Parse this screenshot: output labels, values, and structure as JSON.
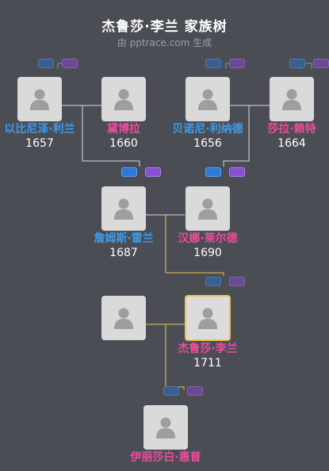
{
  "header": {
    "title": "杰鲁莎·李兰 家族树",
    "subtitle": "由 pptrace.com 生成"
  },
  "people": {
    "ebenezer": {
      "name": "以比尼泽·利兰",
      "year": "1657"
    },
    "deborah": {
      "name": "黛博拉",
      "year": "1660"
    },
    "benoni": {
      "name": "贝诺尼·利纳德",
      "year": "1656"
    },
    "sarah": {
      "name": "莎拉·赖特",
      "year": "1664"
    },
    "james": {
      "name": "詹姆斯·雷兰",
      "year": "1687"
    },
    "hannah": {
      "name": "汉娜·莱尔德",
      "year": "1690"
    },
    "spouse": {
      "name": "",
      "year": ""
    },
    "jerusha": {
      "name": "杰鲁莎·李兰",
      "year": "1711"
    },
    "elizabeth": {
      "name": "伊丽莎白·惠普",
      "year": ""
    }
  },
  "colors": {
    "background": "#4a4d54",
    "male": "#3f9bea",
    "female": "#ee4c9b",
    "lineage": "#f0c24c",
    "line": "#d7d9dc"
  }
}
